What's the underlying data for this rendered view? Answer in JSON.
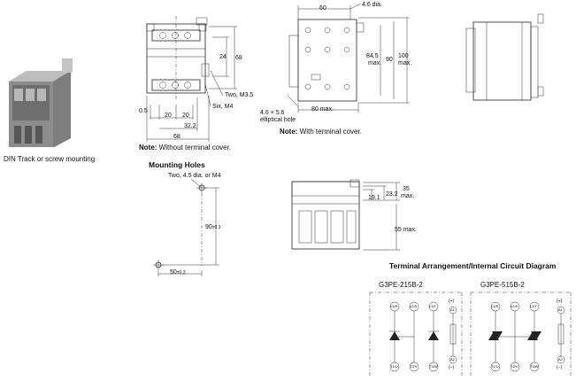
{
  "photo": {
    "caption": "DIN Track or screw mounting"
  },
  "front_view": {
    "labels": {
      "dim_68_h": "68",
      "dim_24": "24",
      "terminal_m35": "Two, M3.5",
      "terminal_m4": "Six, M4",
      "dim_05": "0.5",
      "dim_20a": "20",
      "dim_20b": "20",
      "dim_322": "32.2",
      "dim_68_w": "68"
    },
    "note_label": "Note:",
    "note_text": " Without terminal cover."
  },
  "side_view": {
    "labels": {
      "dim_60": "60",
      "hole_46": "4.6 dia.",
      "dim_845": "84.5",
      "dim_845_max": "max.",
      "dim_90": "90",
      "dim_100": "100",
      "dim_100_max": "max.",
      "elliptical_1": "4.6 × 5.6",
      "elliptical_2": "elliptical hole",
      "dim_80max": "80 max."
    },
    "note_label": "Note:",
    "note_text": " With terminal cover."
  },
  "mounting_holes": {
    "title": "Mounting Holes",
    "hole_label": "Two, 4.5 dia. or M4",
    "dim_90": "90",
    "dim_90_tol": "±0.3",
    "dim_50": "50",
    "dim_50_tol": "±0.3"
  },
  "top_view": {
    "labels": {
      "dim_35": "35",
      "dim_35_max": "max.",
      "dim_191": "19.1",
      "dim_232": "23.2",
      "dim_55max": "55 max."
    }
  },
  "circuit": {
    "title": "Terminal Arrangement/Internal Circuit Diagram",
    "left_model": "G3PE-215B-2",
    "right_model": "G3PE-515B-2",
    "terminals_top": [
      "L1/R",
      "L2/S",
      "L3/T"
    ],
    "terminals_bottom": [
      "T1/U",
      "T2/V",
      "T3/W"
    ],
    "input_top": [
      "(+)",
      "A1"
    ],
    "input_bottom": [
      "A2",
      "(−)"
    ]
  }
}
